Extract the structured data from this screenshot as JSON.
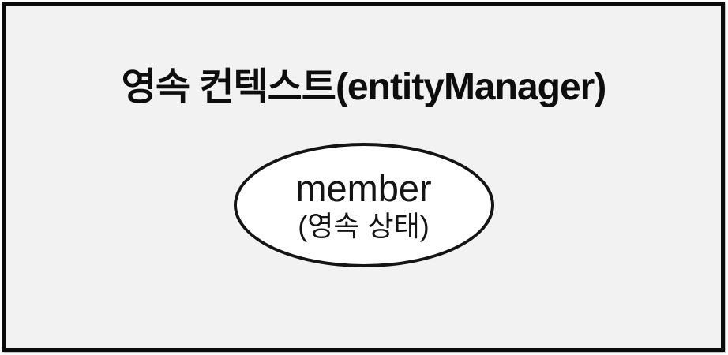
{
  "diagram": {
    "title": "영속 컨텍스트(entityManager)",
    "entity": {
      "name": "member",
      "state": "(영속 상태)"
    },
    "colors": {
      "frame_border": "#0a0a0a",
      "frame_background": "#f2f2f2",
      "ellipse_border": "#141414",
      "ellipse_fill": "#ffffff",
      "text": "#0d0d0d"
    }
  }
}
